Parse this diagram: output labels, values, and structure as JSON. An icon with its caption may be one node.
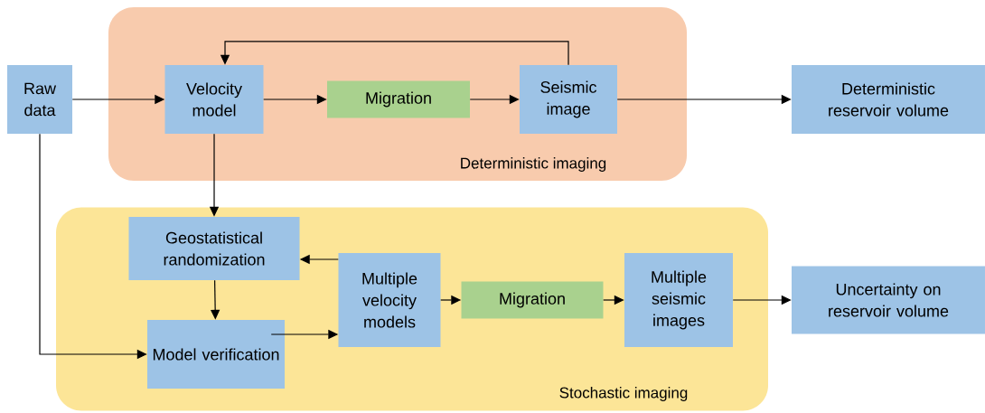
{
  "diagram": {
    "nodes": [
      {
        "text": [
          "Deterministic imaging"
        ]
      },
      {
        "text": [
          "Raw data"
        ]
      },
      {
        "text": [
          "Velocity model"
        ],
        "in": 0
      },
      {
        "text": [
          "Migration"
        ],
        "in": 0
      },
      {
        "text": [
          "Seismic image"
        ],
        "in": 0
      },
      {
        "text": [
          "Deterministic reservoir volume"
        ]
      },
      {
        "text": [
          "Stochastic imaging"
        ]
      },
      {
        "text": [
          "Geostatistical randomization"
        ],
        "in": 6
      },
      {
        "text": [
          "Model verification"
        ],
        "in": 6
      },
      {
        "text": [
          "Multiple velocity models"
        ],
        "in": 6
      },
      {
        "text": [
          "Migration"
        ],
        "in": 6
      },
      {
        "text": [
          "Multiple seismic images"
        ],
        "in": 6
      },
      {
        "text": [
          "Uncertainty on reservoir volume"
        ]
      }
    ],
    "edges": [
      {
        "from": 1,
        "to": 2,
        "arrow": "to"
      },
      {
        "from": 2,
        "to": 3,
        "arrow": "to"
      },
      {
        "from": 3,
        "to": 4,
        "arrow": "to"
      },
      {
        "from": 4,
        "to": 2,
        "arrow": "to"
      },
      {
        "from": 4,
        "to": 5,
        "arrow": "to"
      },
      {
        "from": 2,
        "to": 7,
        "arrow": "to"
      },
      {
        "from": 1,
        "to": 8,
        "arrow": "to"
      },
      {
        "from": 7,
        "to": 8,
        "arrow": "to"
      },
      {
        "from": 8,
        "to": 9,
        "arrow": "to"
      },
      {
        "from": 9,
        "to": 7,
        "arrow": "to"
      },
      {
        "from": 9,
        "to": 10,
        "arrow": "to"
      },
      {
        "from": 10,
        "to": 11,
        "arrow": "to"
      },
      {
        "from": 11,
        "to": 12,
        "arrow": "to"
      }
    ]
  }
}
